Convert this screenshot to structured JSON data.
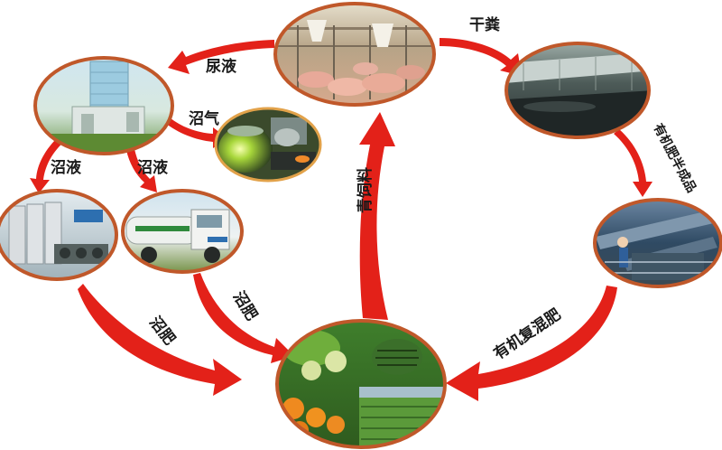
{
  "labels": {
    "urine_liquid": "尿液",
    "dry_manure": "干粪",
    "biogas": "沼气",
    "slurry_left": "沼液",
    "slurry_right": "沼液",
    "green_feed": "青饲料",
    "semi_finished": "有机肥半成品",
    "fertilizer_left": "沼肥",
    "fertilizer_mid": "沼肥",
    "compound": "有机复混肥"
  },
  "colors": {
    "arrow_red": "#e32119",
    "node_border": "#c0582a",
    "node_border_light": "#e2a24a"
  }
}
